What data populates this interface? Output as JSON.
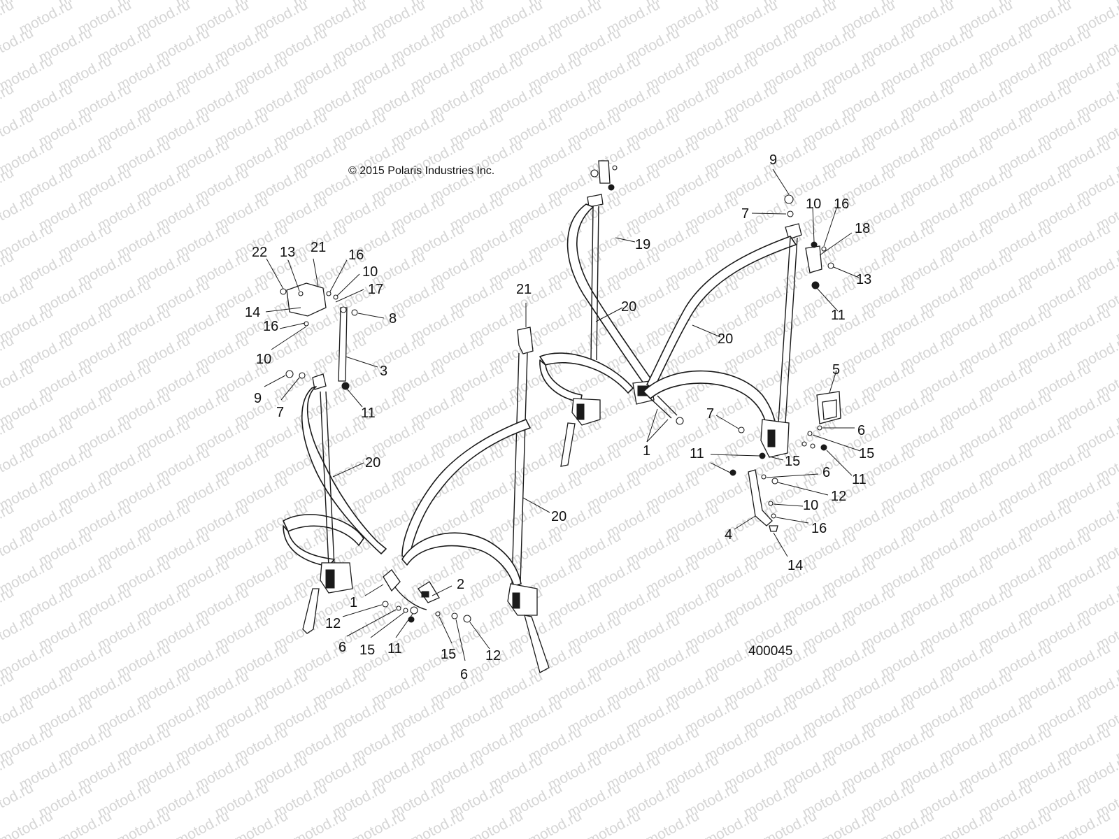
{
  "copyright": "© 2015 Polaris Industries Inc.",
  "figure_number": "400045",
  "watermark": {
    "text": "motod.ru",
    "color": "#d6d6d6"
  },
  "callouts": [
    {
      "id": "c1",
      "text": "22"
    },
    {
      "id": "c2",
      "text": "13"
    },
    {
      "id": "c3",
      "text": "21"
    },
    {
      "id": "c4",
      "text": "16"
    },
    {
      "id": "c5",
      "text": "10"
    },
    {
      "id": "c6",
      "text": "17"
    },
    {
      "id": "c7",
      "text": "14"
    },
    {
      "id": "c8",
      "text": "8"
    },
    {
      "id": "c9",
      "text": "16"
    },
    {
      "id": "c10",
      "text": "10"
    },
    {
      "id": "c11",
      "text": "3"
    },
    {
      "id": "c12",
      "text": "9"
    },
    {
      "id": "c13",
      "text": "7"
    },
    {
      "id": "c14",
      "text": "11"
    },
    {
      "id": "c15",
      "text": "20"
    },
    {
      "id": "c16",
      "text": "1"
    },
    {
      "id": "c17",
      "text": "2"
    },
    {
      "id": "c18",
      "text": "12"
    },
    {
      "id": "c19",
      "text": "6"
    },
    {
      "id": "c20",
      "text": "15"
    },
    {
      "id": "c21",
      "text": "11"
    },
    {
      "id": "c22",
      "text": "15"
    },
    {
      "id": "c23",
      "text": "6"
    },
    {
      "id": "c24",
      "text": "12"
    },
    {
      "id": "c25",
      "text": "21"
    },
    {
      "id": "c26",
      "text": "20"
    },
    {
      "id": "c27",
      "text": "19"
    },
    {
      "id": "c28",
      "text": "20"
    },
    {
      "id": "c29",
      "text": "1"
    },
    {
      "id": "c30",
      "text": "9"
    },
    {
      "id": "c31",
      "text": "7"
    },
    {
      "id": "c32",
      "text": "10"
    },
    {
      "id": "c33",
      "text": "16"
    },
    {
      "id": "c34",
      "text": "18"
    },
    {
      "id": "c35",
      "text": "13"
    },
    {
      "id": "c36",
      "text": "11"
    },
    {
      "id": "c37",
      "text": "20"
    },
    {
      "id": "c38",
      "text": "5"
    },
    {
      "id": "c39",
      "text": "7"
    },
    {
      "id": "c40",
      "text": "6"
    },
    {
      "id": "c41",
      "text": "15"
    },
    {
      "id": "c42",
      "text": "11"
    },
    {
      "id": "c43",
      "text": "15"
    },
    {
      "id": "c44",
      "text": "11"
    },
    {
      "id": "c45",
      "text": "6"
    },
    {
      "id": "c46",
      "text": "12"
    },
    {
      "id": "c47",
      "text": "10"
    },
    {
      "id": "c48",
      "text": "4"
    },
    {
      "id": "c49",
      "text": "16"
    },
    {
      "id": "c50",
      "text": "14"
    }
  ]
}
